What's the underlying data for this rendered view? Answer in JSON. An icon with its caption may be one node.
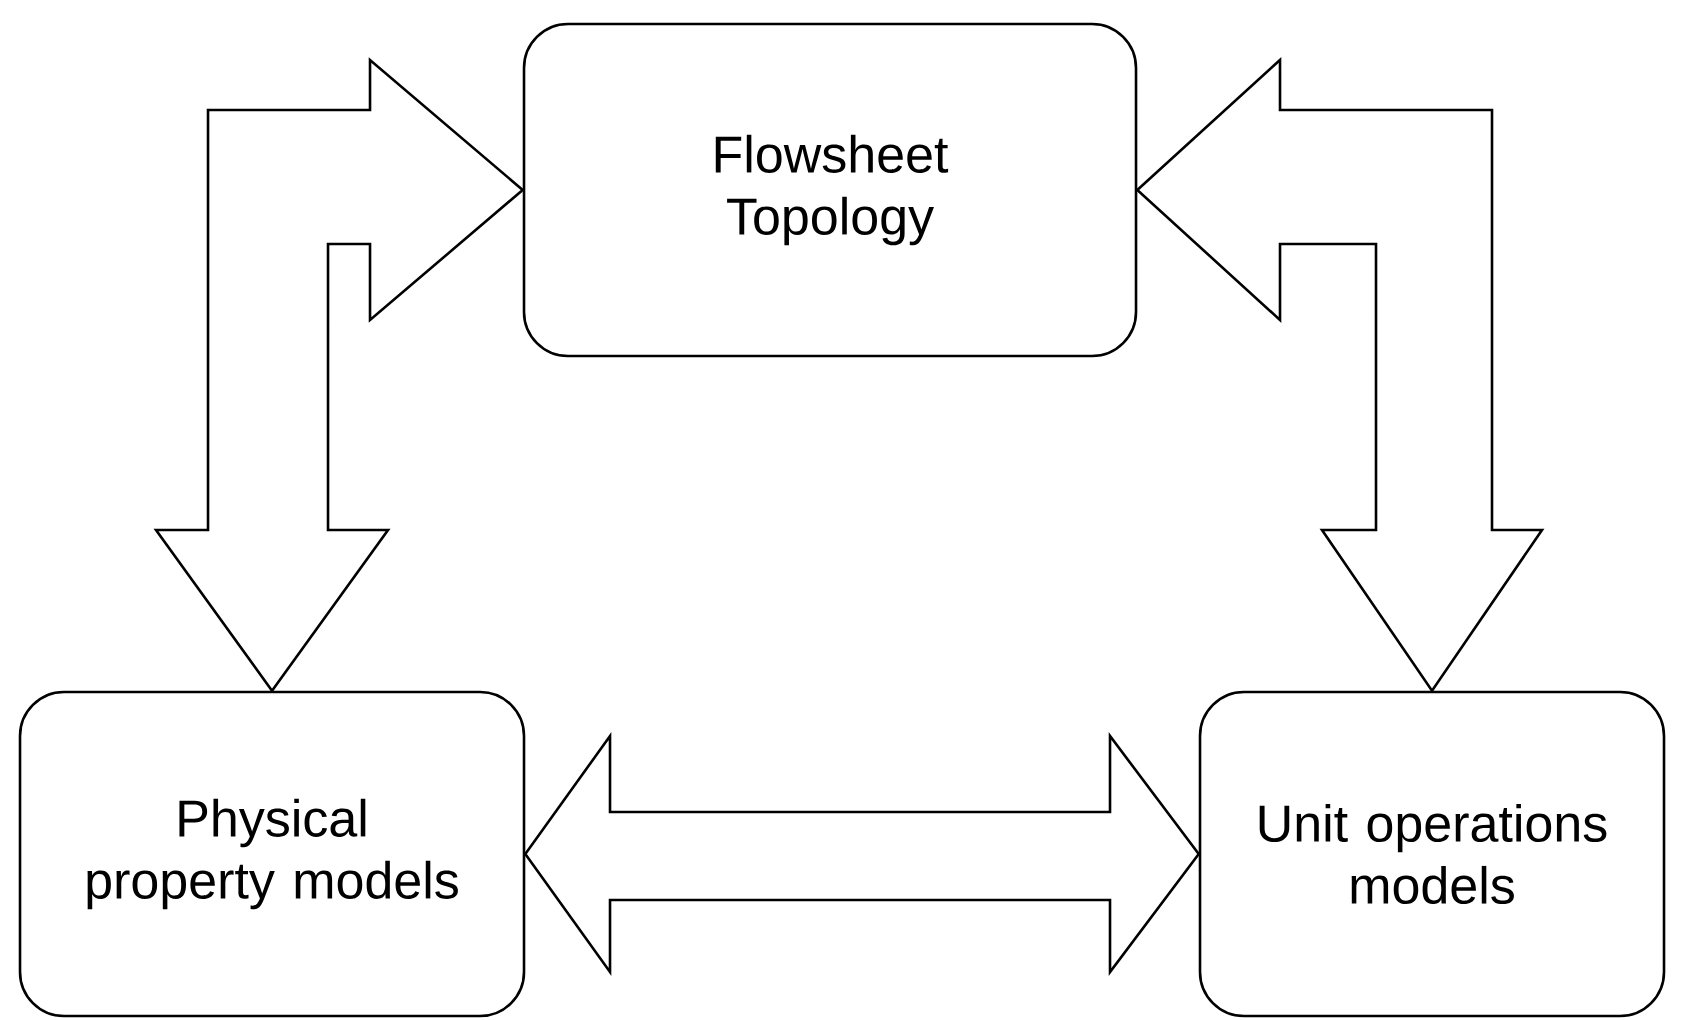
{
  "diagram": {
    "nodes": [
      {
        "text": [
          "Flowsheet Topology"
        ]
      },
      {
        "text": [
          "Physical property models"
        ]
      },
      {
        "text": [
          "Unit operations models"
        ]
      }
    ],
    "edges": [
      {
        "from": 0,
        "to": 1,
        "arrow": "both"
      },
      {
        "from": 0,
        "to": 2,
        "arrow": "both"
      },
      {
        "from": 1,
        "to": 2,
        "arrow": "both"
      }
    ]
  }
}
